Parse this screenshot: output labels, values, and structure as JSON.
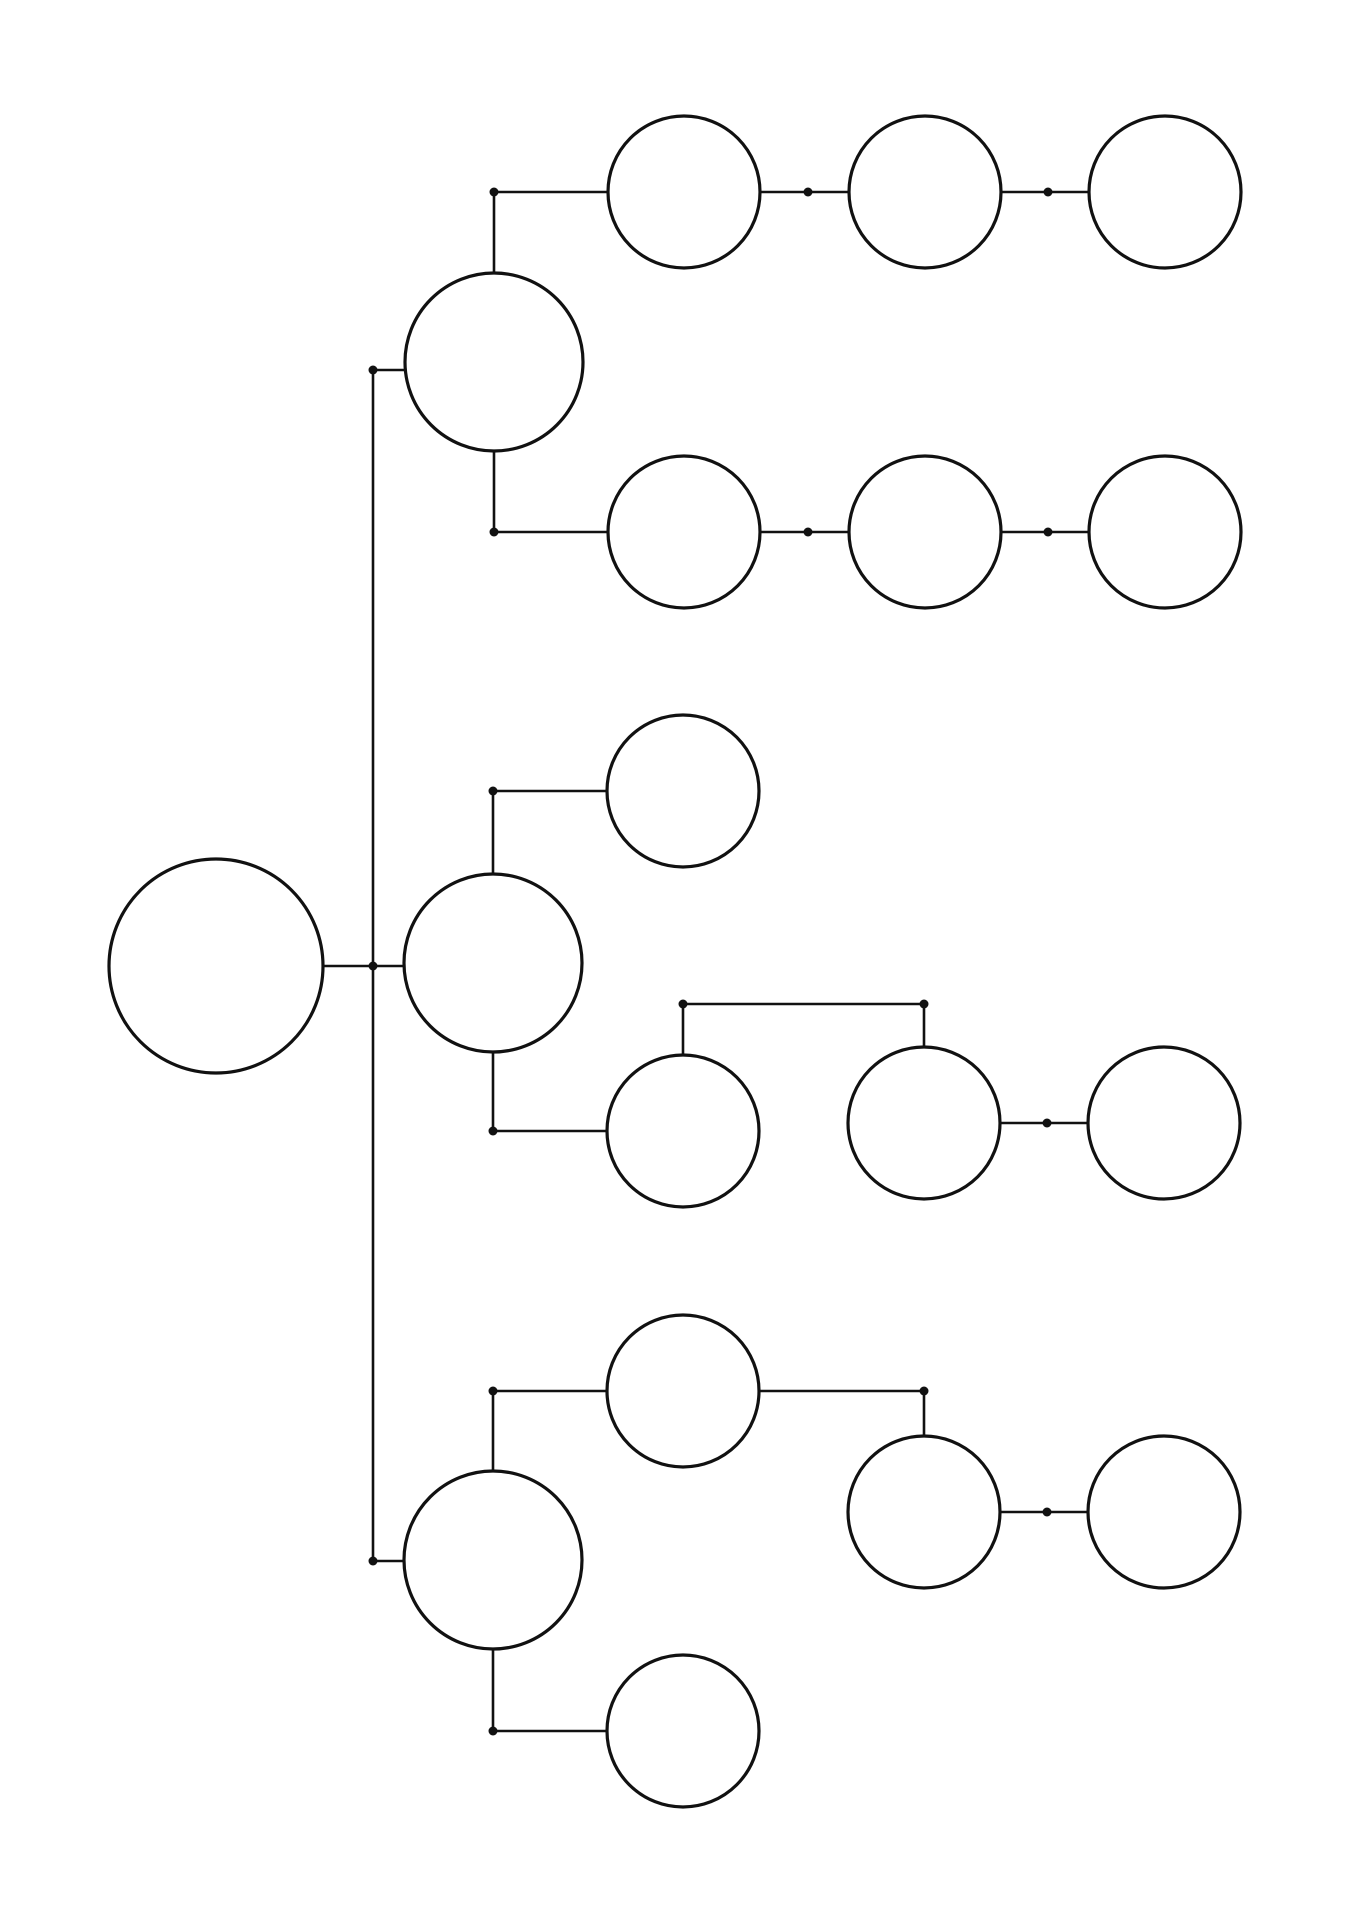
{
  "diagram": {
    "type": "mind-map / tree chart",
    "orientation": "left-to-right",
    "labels_visible": false,
    "line_color": "#111111",
    "fill_color": "#ffffff",
    "background": "#ffffff",
    "nodes": [
      {
        "id": "root",
        "parent": null,
        "text": ""
      },
      {
        "id": "b1",
        "parent": "root",
        "text": ""
      },
      {
        "id": "b2",
        "parent": "root",
        "text": ""
      },
      {
        "id": "b3",
        "parent": "root",
        "text": ""
      },
      {
        "id": "b1a",
        "parent": "b1",
        "text": ""
      },
      {
        "id": "b1a1",
        "parent": "b1a",
        "text": ""
      },
      {
        "id": "b1a2",
        "parent": "b1a1",
        "text": ""
      },
      {
        "id": "b1b",
        "parent": "b1",
        "text": ""
      },
      {
        "id": "b1b1",
        "parent": "b1b",
        "text": ""
      },
      {
        "id": "b1b2",
        "parent": "b1b1",
        "text": ""
      },
      {
        "id": "b2a",
        "parent": "b2",
        "text": ""
      },
      {
        "id": "b2b",
        "parent": "b2",
        "text": ""
      },
      {
        "id": "b2b1",
        "parent": "b2b",
        "text": ""
      },
      {
        "id": "b2b2",
        "parent": "b2b1",
        "text": ""
      },
      {
        "id": "b3a",
        "parent": "b3",
        "text": ""
      },
      {
        "id": "b3a1",
        "parent": "b3a",
        "text": ""
      },
      {
        "id": "b3a2",
        "parent": "b3a1",
        "text": ""
      },
      {
        "id": "b3b",
        "parent": "b3",
        "text": ""
      }
    ]
  }
}
